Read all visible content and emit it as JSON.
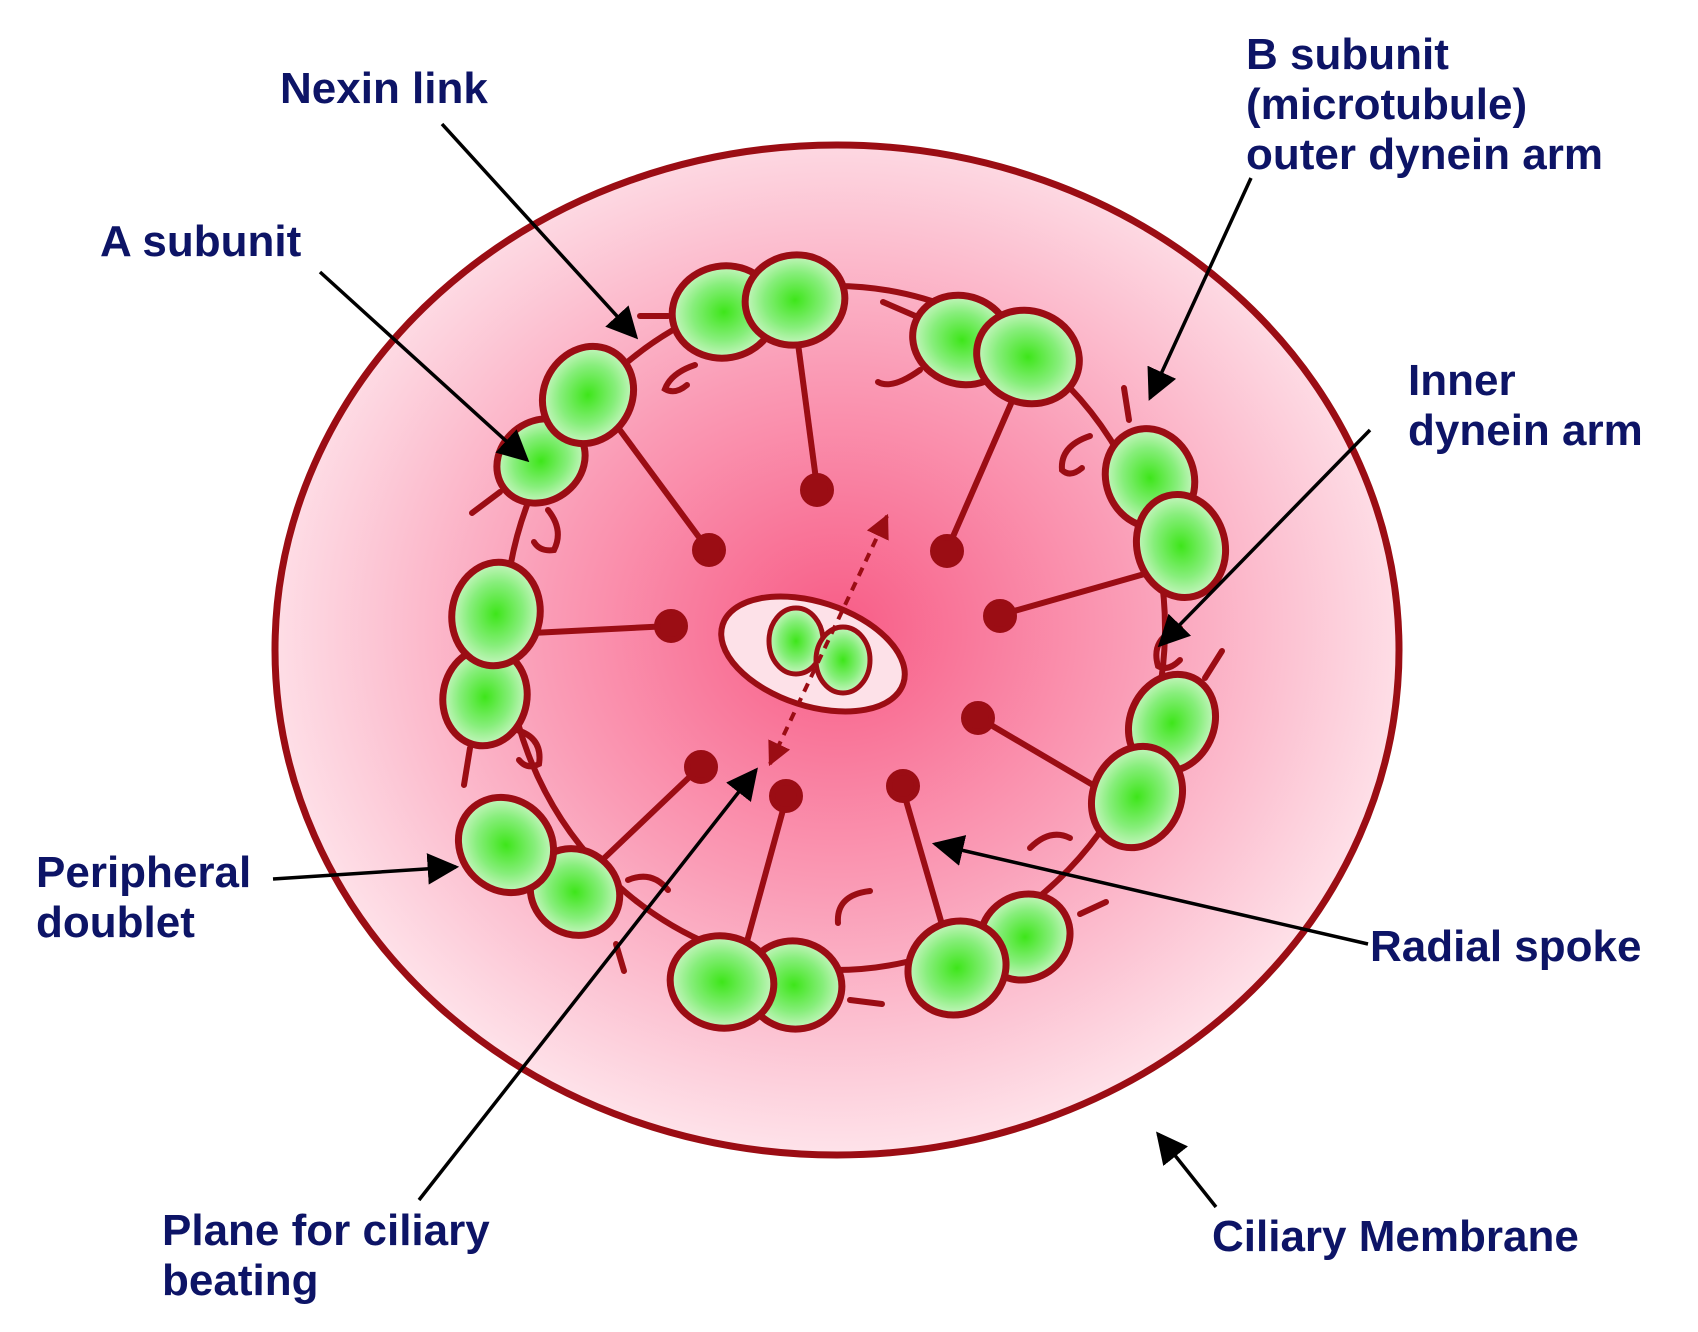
{
  "labels": {
    "nexin_link": "Nexin link",
    "a_subunit": "A subunit",
    "b_subunit_line1": "B subunit",
    "b_subunit_line2": "(microtubule)",
    "b_subunit_line3": "outer dynein arm",
    "inner_dynein_line1": "Inner",
    "inner_dynein_line2": "dynein arm",
    "peripheral_line1": "Peripheral",
    "peripheral_line2": "doublet",
    "radial_spoke": "Radial spoke",
    "plane_line1": "Plane for ciliary",
    "plane_line2": "beating",
    "ciliary_membrane": "Ciliary Membrane"
  },
  "colors": {
    "label_text": "#0d1466",
    "outline": "#9b0d14",
    "tubule_fill": "#4be12a",
    "pointer": "#000000"
  }
}
